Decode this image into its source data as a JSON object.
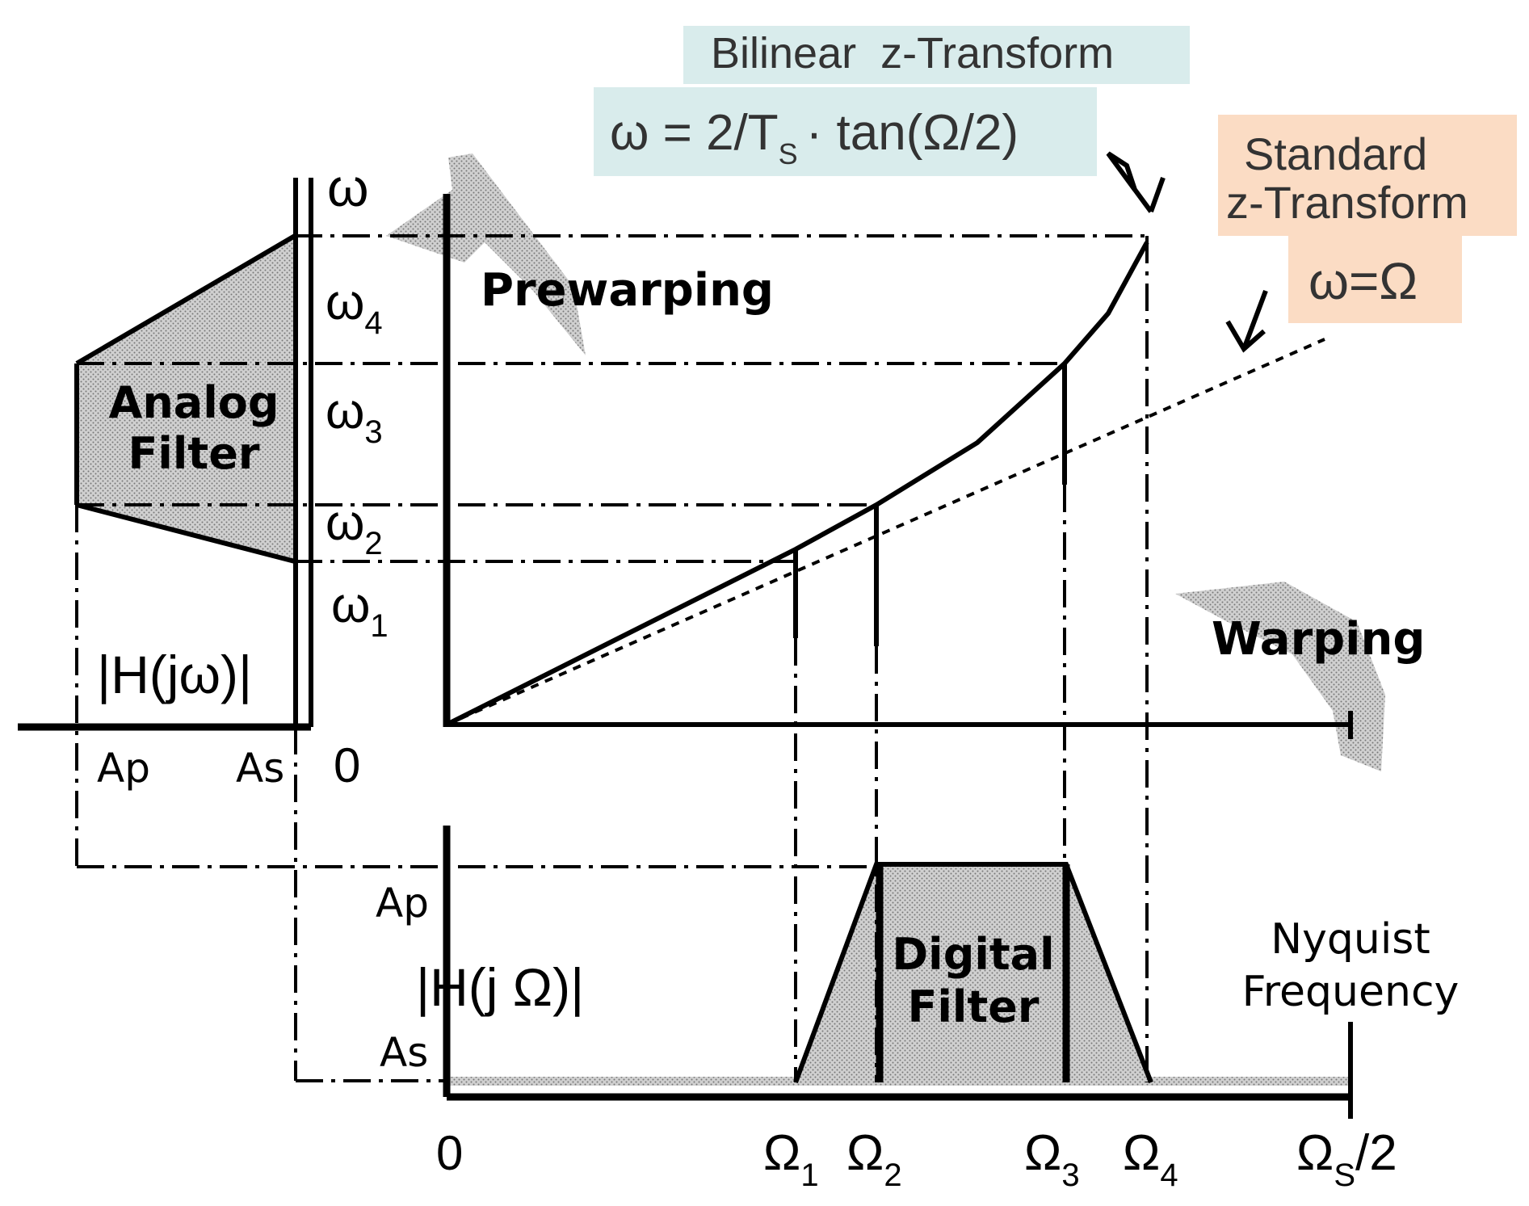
{
  "labels": {
    "bilinear_title": "Bilinear  z-Transform",
    "bilinear_formula_main": "ω = 2/T",
    "bilinear_formula_sub": "S",
    "bilinear_formula_rest": "· tan(Ω/2)",
    "standard_line1": "Standard",
    "standard_line2": "z-Transform",
    "standard_formula": "ω=Ω",
    "omega_axis": "ω",
    "omega1": "ω",
    "omega1_sub": "1",
    "omega2": "ω",
    "omega2_sub": "2",
    "omega3": "ω",
    "omega3_sub": "3",
    "omega4": "ω",
    "omega4_sub": "4",
    "prewarping": "Prewarping",
    "warping": "Warping",
    "analog_line1": "Analog",
    "analog_line2": "Filter",
    "h_jomega": "|H(jω)|",
    "ap_left": "Ap",
    "as_left": "As",
    "zero_left": "0",
    "ap_bottom": "Ap",
    "as_bottom": "As",
    "h_jOmega": "|H(j Ω)|",
    "digital_line1": "Digital",
    "digital_line2": "Filter",
    "nyquist_line1": "Nyquist",
    "nyquist_line2": "Frequency",
    "zero_bottom": "0",
    "Omega1": "Ω",
    "Omega1_sub": "1",
    "Omega2": "Ω",
    "Omega2_sub": "2",
    "Omega3": "Ω",
    "Omega3_sub": "3",
    "Omega4": "Ω",
    "Omega4_sub": "4",
    "OmegaS": "Ω",
    "OmegaS_sub": "S",
    "OmegaS_rest": "/2"
  },
  "colors": {
    "bilinear_bg": "#d9ecec",
    "standard_bg": "#fbdcc4",
    "fill_gray": "#c8c8c8",
    "line": "#000000"
  }
}
